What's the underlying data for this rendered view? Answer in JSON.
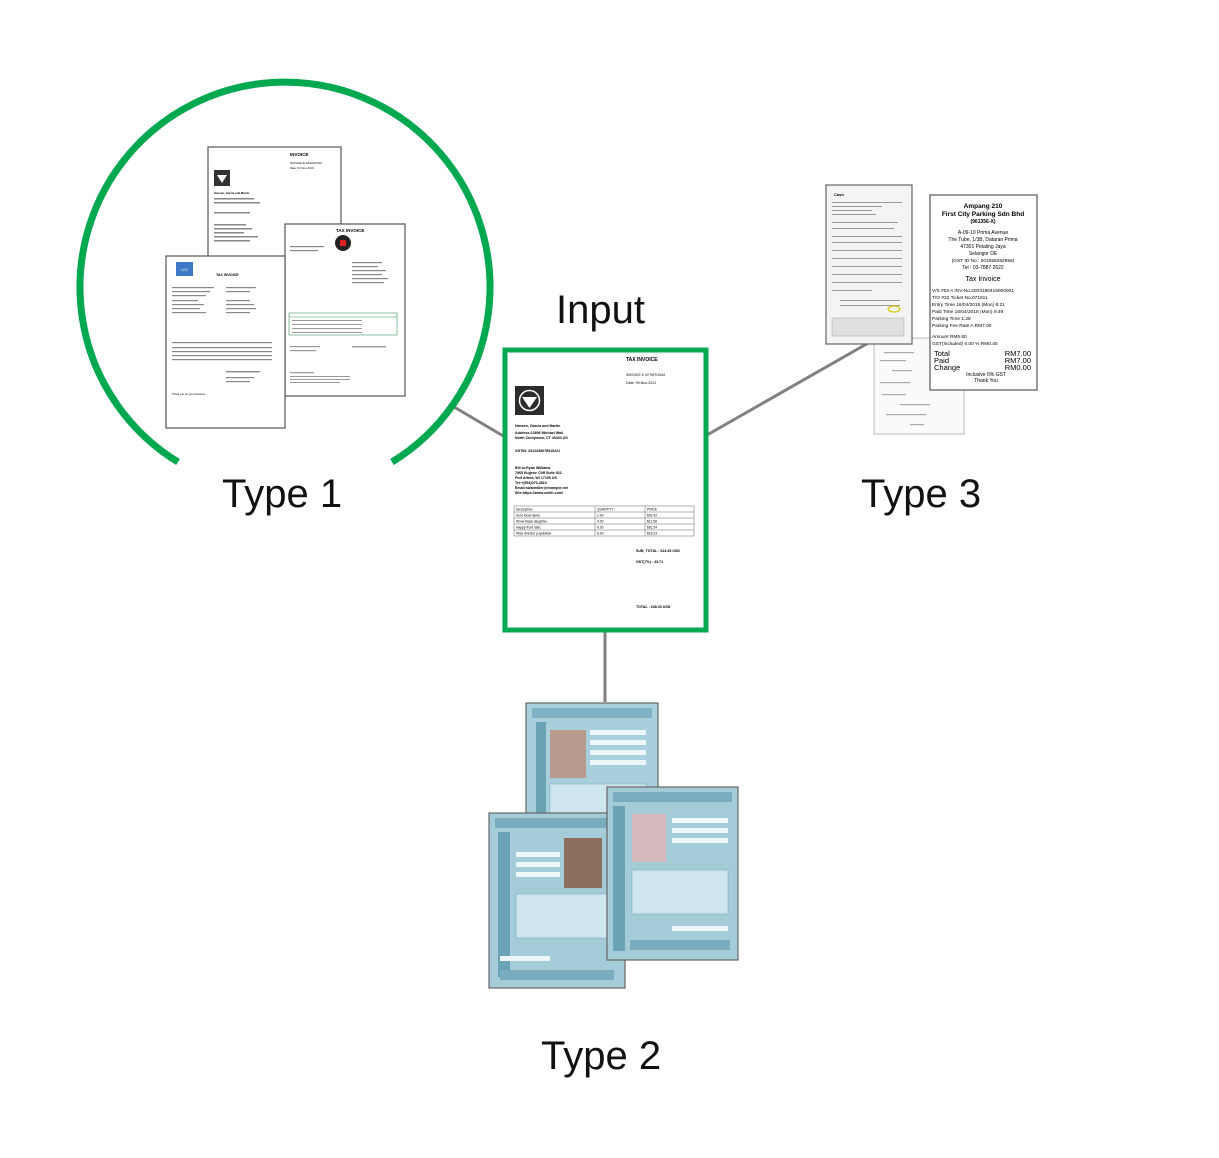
{
  "labels": {
    "input": "Input",
    "type1": "Type 1",
    "type2": "Type 2",
    "type3": "Type 3"
  },
  "colors": {
    "accent": "#00a84f",
    "connector": "#808080",
    "paper_border": "#555555",
    "card_blue": "#9cc8d6"
  },
  "input_doc": {
    "title": "TAX INVOICE",
    "invoice_no": "INVOICE # 3Y7MTU944",
    "date": "Date: 09-Nov-2011",
    "company": "Hansen, Garcia and Martin",
    "address1": "Address:13896 Michael Wall",
    "address2": "North Cindytown, CT 45403 US",
    "gstin": "GSTIN: 3312349678910221",
    "bill_to": "Bill to:Ryan Williams",
    "bill_addr1": "7965 Eugene Cliff Suite 821",
    "bill_addr2": "Port Alfred, WI 17190 US",
    "tel": "Tel:+(554)070-4810",
    "email": "Email:swarmiller@example.net",
    "site": "Site:https://www.smith.com/",
    "table_headers": [
      "Description",
      "QUANTITY",
      "PRICE"
    ],
    "table_rows": [
      [
        "Sure local name.",
        "1.00",
        "$92.42"
      ],
      [
        "Show black daughter.",
        "4.00",
        "$11.58"
      ],
      [
        "Happy front start.",
        "6.00",
        "$61.54"
      ],
      [
        "Wise director population",
        "6.00",
        "$18.23"
      ]
    ],
    "sub_total": "SUB_TOTAL : 624.45 USD",
    "gst": "GST(7%) : 43.71",
    "total": "TOTAL : 638.03 USD"
  },
  "type1_docs": {
    "back": {
      "title": "INVOICE",
      "line1": "INVOICE ID:HK2A0071M",
      "line2": "Date: 07-Nov-2019",
      "company": "Hansen, Garcia and Martin"
    },
    "right": {
      "title": "TAX INVOICE"
    },
    "front": {
      "title": "TAX INVOICE",
      "logo": "LCO",
      "footer": "Thank you for your business!"
    }
  },
  "type3_receipt": {
    "title1": "Ampang 210",
    "title2": "First City Parking Sdn Bhd",
    "title3": "(961356-X)",
    "addr1": "A-09-10 Prima Avenue",
    "addr2": "The Tube, 1/3B, Dataran Prima",
    "addr3": "47301 Petaling Jaya",
    "addr4": "Selangor DE",
    "gst_id": "(GST ID No : 001658282956)",
    "tel": "Tel : 03-7887 2622",
    "tax_invoice": "Tax Invoice",
    "lines": [
      "V/S #03  A INV-No.2003180416000001",
      "T/O #22        Ticket No.071811",
      "Entry Time  16/04/2018 (Mon)  8:21",
      "Paid Time   16/04/2018 (Mon)  9:49",
      "Parking Time             1:28",
      "Parking Fee    Rate A    RM7.00",
      "Amount                   RM6.60",
      "GST(Included)  6.00 %    RM0.40"
    ],
    "total_label": "Total",
    "total_value": "RM7.00",
    "paid_label": "Paid",
    "paid_value": "RM7.00",
    "change_label": "Change",
    "change_value": "RM0.00",
    "footer1": "Inclusive 6% GST",
    "footer2": "Thank You"
  },
  "type3_back": {
    "header": "Cash"
  }
}
